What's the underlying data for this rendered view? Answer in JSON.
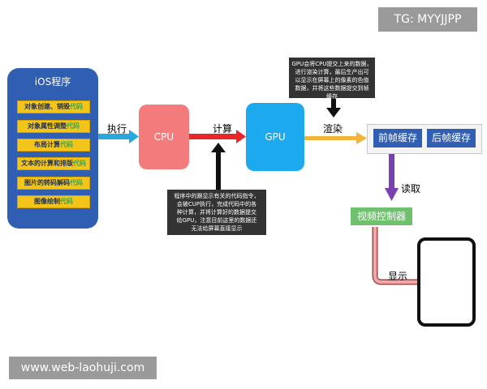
{
  "watermarks": {
    "top_right": "TG: MYYJJPP",
    "bottom_left": "www.web-laohuji.com"
  },
  "ios": {
    "title": "iOS程序",
    "items": [
      {
        "text": "对象创建、销毁",
        "highlight": "代码"
      },
      {
        "text": "对象属性调整",
        "highlight": "代码"
      },
      {
        "text": "布局计算",
        "highlight": "代码"
      },
      {
        "text": "文本的计算和排版",
        "highlight": "代码"
      },
      {
        "text": "图片的转码解码",
        "highlight": "代码"
      },
      {
        "text": "图像绘制",
        "highlight": "代码"
      }
    ]
  },
  "nodes": {
    "cpu": "CPU",
    "gpu": "GPU",
    "front_buffer": "前帧缓存",
    "back_buffer": "后帧缓存",
    "video_controller": "视频控制器"
  },
  "labels": {
    "execute": "执行",
    "compute": "计算",
    "render": "渲染",
    "read": "读取",
    "display": "显示"
  },
  "notes": {
    "gpu_note": [
      "GPU会将CPU提交上来的数据，",
      "进行渲染计算，最后生产出可",
      "以显示在屏幕上的像素的色值",
      "数据，并将这些数据提交到帧",
      "缓存"
    ],
    "cpu_note": [
      "程序中的跟显示有关的代码指令，",
      "会被CUP执行，完成代码中的各",
      "种计算，并将计算好的数据提交",
      "给GPU，注意目前这里的数据还",
      "无法给屏幕直接显示"
    ]
  },
  "colors": {
    "ios_bg": "#2f5eb3",
    "item_bg": "#f3c51a",
    "cpu": "#f37b7b",
    "gpu": "#1ca9ee",
    "arrow_execute": "#29a8e0",
    "arrow_compute": "#e8272c",
    "arrow_render": "#f2b43a",
    "arrow_read": "#7a3fb0",
    "arrow_display": "#e68b8b",
    "video_controller": "#6fc06f"
  }
}
